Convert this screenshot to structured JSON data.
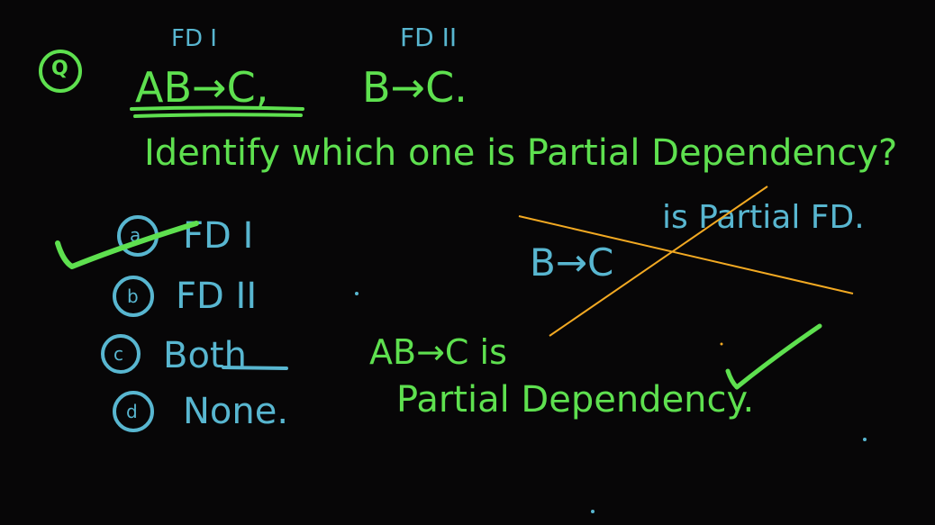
{
  "question": {
    "q_marker": "Q",
    "fd1_label": "FD I",
    "fd2_label": "FD II",
    "fd1_expr": "AB→C,",
    "fd2_expr": "B→C.",
    "prompt": "Identify which one is Partial Dependency?"
  },
  "options": [
    {
      "marker": "a",
      "text": "FD I"
    },
    {
      "marker": "b",
      "text": "FD II"
    },
    {
      "marker": "c",
      "text": "Both"
    },
    {
      "marker": "d",
      "text": "None."
    }
  ],
  "notes": {
    "crossed_out": "B→C is Partial FD.",
    "crossed_expr": "B→C",
    "crossed_rest": "is Partial FD.",
    "answer_line1": "AB→C is",
    "answer_line2": "Partial Dependency."
  },
  "colors": {
    "background": "#070607",
    "green_ink": "#5ee04f",
    "blue_ink": "#58b6d0",
    "orange_ink": "#f2a922"
  }
}
